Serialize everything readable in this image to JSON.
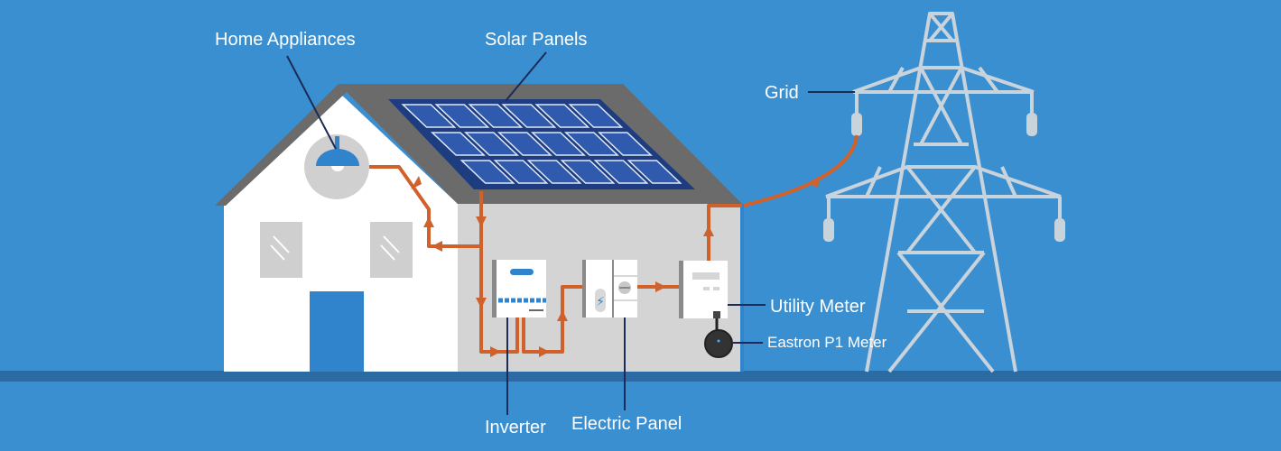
{
  "labels": {
    "home_appliances": "Home Appliances",
    "solar_panels": "Solar Panels",
    "grid": "Grid",
    "utility_meter": "Utility Meter",
    "eastron_meter": "Eastron P1 Meter",
    "inverter": "Inverter",
    "electric_panel": "Electric Panel"
  },
  "colors": {
    "background": "#3a8fd0",
    "ground": "#2b6aa3",
    "wire": "#d1612b",
    "roof": "#6b6b6b",
    "solar_panel": "#2a4f9e",
    "leader_line": "#1b2b57",
    "tower": "#c9d3dc"
  }
}
